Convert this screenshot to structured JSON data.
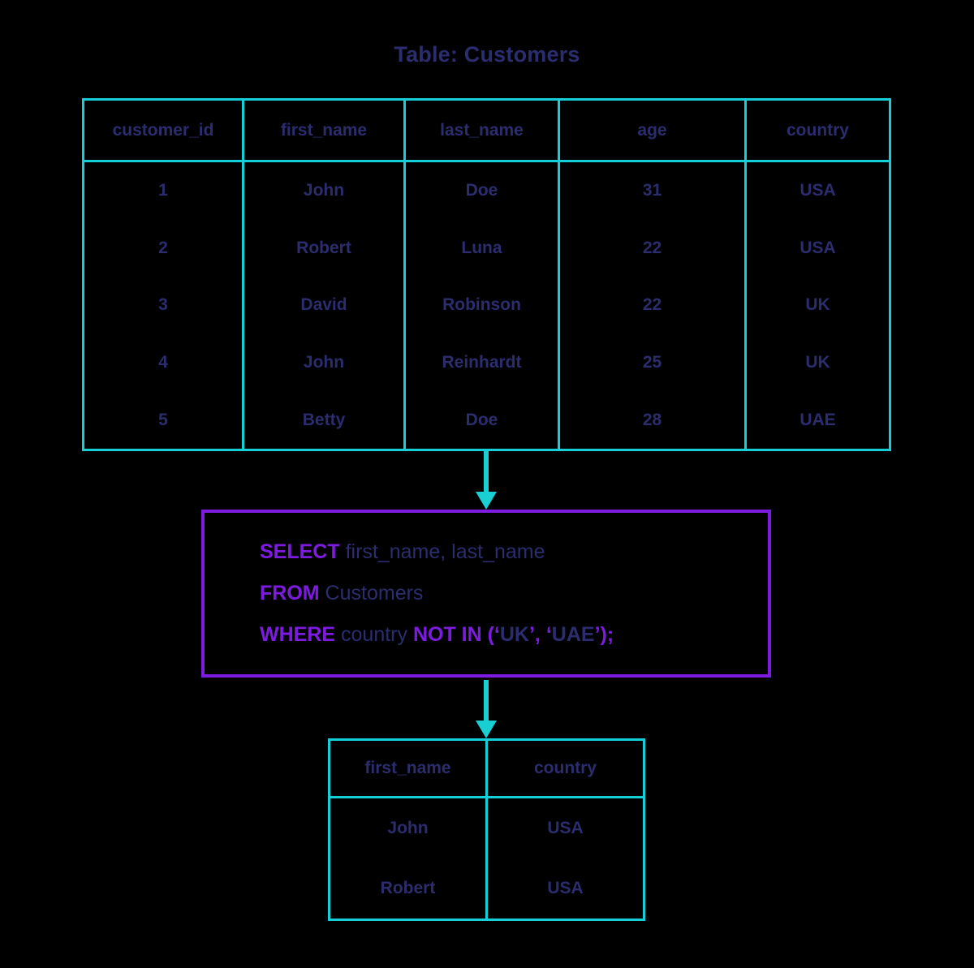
{
  "title": "Table: Customers",
  "colors": {
    "background": "#000000",
    "table_border": "#12cfd8",
    "text": "#2b2d6e",
    "keyword": "#7d1be0",
    "arrow": "#19cfd4",
    "query_box_border": "#7d1be0"
  },
  "customers_table": {
    "name": "Customers",
    "headers": [
      "customer_id",
      "first_name",
      "last_name",
      "age",
      "country"
    ],
    "rows": [
      [
        "1",
        "John",
        "Doe",
        "31",
        "USA"
      ],
      [
        "2",
        "Robert",
        "Luna",
        "22",
        "USA"
      ],
      [
        "3",
        "David",
        "Robinson",
        "22",
        "UK"
      ],
      [
        "4",
        "John",
        "Reinhardt",
        "25",
        "UK"
      ],
      [
        "5",
        "Betty",
        "Doe",
        "28",
        "UAE"
      ]
    ]
  },
  "query": {
    "full_text": "SELECT first_name, last_name FROM Customers WHERE country NOT IN ('UK', 'UAE');",
    "line1": {
      "keyword": "SELECT",
      "rest": " first_name, last_name"
    },
    "line2": {
      "keyword": "FROM",
      "rest": " Customers"
    },
    "line3": {
      "keyword": "WHERE",
      "column": " country ",
      "operator": "NOT IN",
      "open": " (‘",
      "value1": "UK",
      "sep": "’, ‘",
      "value2": "UAE",
      "close": "’);"
    }
  },
  "result_table": {
    "headers": [
      "first_name",
      "country"
    ],
    "rows": [
      [
        "John",
        "USA"
      ],
      [
        "Robert",
        "USA"
      ]
    ]
  }
}
